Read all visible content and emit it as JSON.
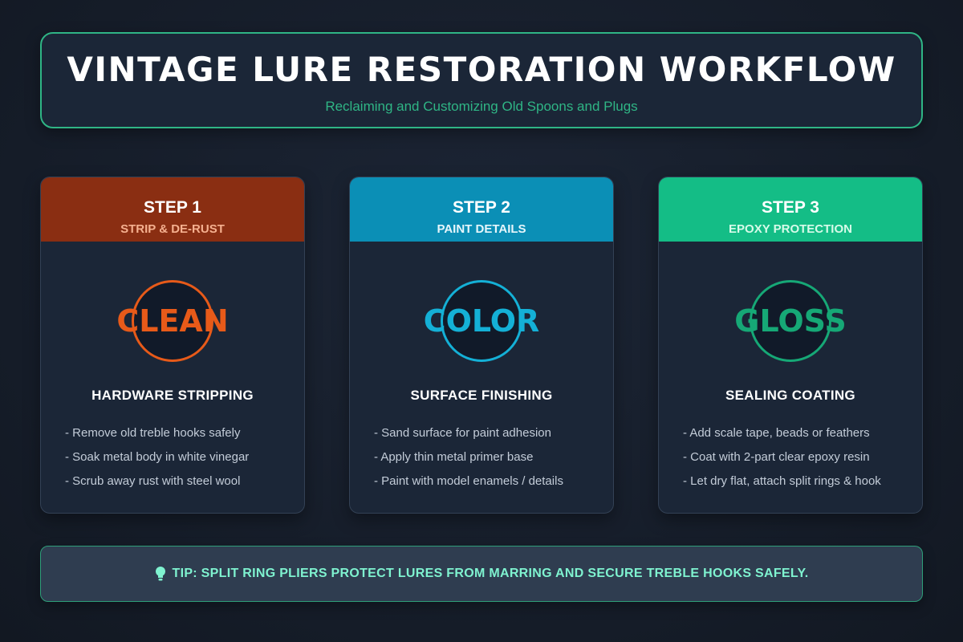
{
  "header": {
    "title": "VINTAGE LURE RESTORATION WORKFLOW",
    "subtitle": "Reclaiming and Customizing Old Spoons and Plugs"
  },
  "steps": [
    {
      "step": "STEP 1",
      "subtitle": "STRIP & DE-RUST",
      "emblem": "CLEAN",
      "heading": "HARDWARE STRIPPING",
      "items": [
        "- Remove old treble hooks safely",
        "- Soak metal body in white vinegar",
        "- Scrub away rust with steel wool"
      ],
      "accent": "#e75a19",
      "band_color": "#8a2e12"
    },
    {
      "step": "STEP 2",
      "subtitle": "PAINT DETAILS",
      "emblem": "COLOR",
      "heading": "SURFACE FINISHING",
      "items": [
        "- Sand surface for paint adhesion",
        "- Apply thin metal primer base",
        "- Paint with model enamels / details"
      ],
      "accent": "#14b0d6",
      "band_color": "#0b8fb6"
    },
    {
      "step": "STEP 3",
      "subtitle": "EPOXY PROTECTION",
      "emblem": "GLOSS",
      "heading": "SEALING COATING",
      "items": [
        "- Add scale tape, beads or feathers",
        "- Coat with 2-part clear epoxy resin",
        "- Let dry flat, attach split rings & hook"
      ],
      "accent": "#16a876",
      "band_color": "#14bd86"
    }
  ],
  "tip": {
    "icon": "lightbulb-icon",
    "text": "TIP: SPLIT RING PLIERS PROTECT LURES FROM MARRING AND SECURE TREBLE HOOKS SAFELY."
  }
}
